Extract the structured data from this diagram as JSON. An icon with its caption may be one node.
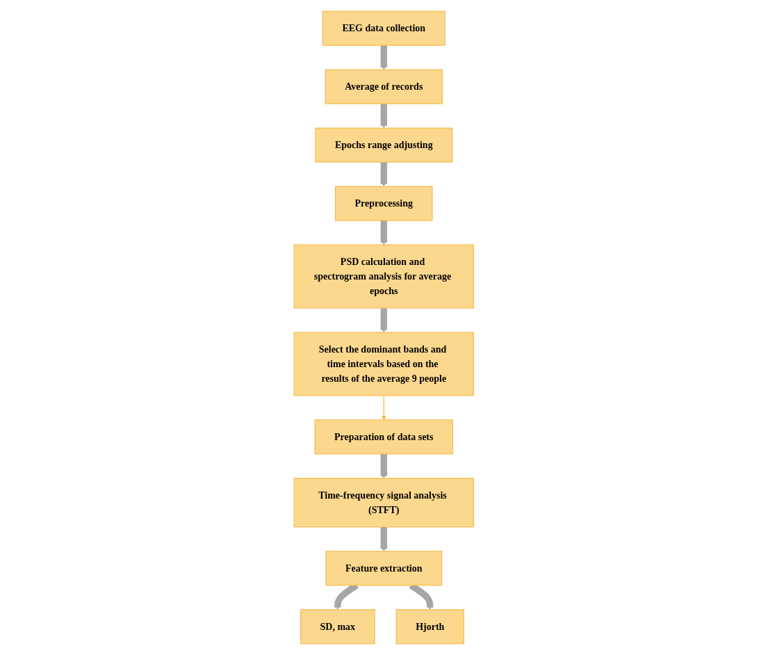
{
  "diagram": {
    "nodes": [
      {
        "text": [
          "EEG data collection"
        ]
      },
      {
        "text": [
          "Average of records"
        ]
      },
      {
        "text": [
          "Epochs range adjusting"
        ]
      },
      {
        "text": [
          "Preprocessing"
        ]
      },
      {
        "text": [
          "PSD calculation and spectrogram analysis for average epochs"
        ]
      },
      {
        "text": [
          "Select the dominant bands and time intervals based on the results of the average 9 people"
        ]
      },
      {
        "text": [
          "Preparation of data sets"
        ]
      },
      {
        "text": [
          "Time-frequency signal analysis (STFT)"
        ]
      },
      {
        "text": [
          "Feature extraction"
        ]
      },
      {
        "text": [
          "SD, max"
        ]
      },
      {
        "text": [
          "Hjorth"
        ]
      }
    ],
    "edges": [
      {
        "from": 0,
        "to": 1,
        "arrow": "to"
      },
      {
        "from": 1,
        "to": 2,
        "arrow": "to"
      },
      {
        "from": 2,
        "to": 3,
        "arrow": "to"
      },
      {
        "from": 3,
        "to": 4,
        "arrow": "to"
      },
      {
        "from": 4,
        "to": 5,
        "arrow": "to"
      },
      {
        "from": 5,
        "to": 6,
        "arrow": "to",
        "color": "#f5b82e"
      },
      {
        "from": 6,
        "to": 7,
        "arrow": "to"
      },
      {
        "from": 7,
        "to": 8,
        "arrow": "to"
      },
      {
        "from": 8,
        "to": 9,
        "arrow": "to"
      },
      {
        "from": 8,
        "to": 10,
        "arrow": "to"
      }
    ]
  }
}
